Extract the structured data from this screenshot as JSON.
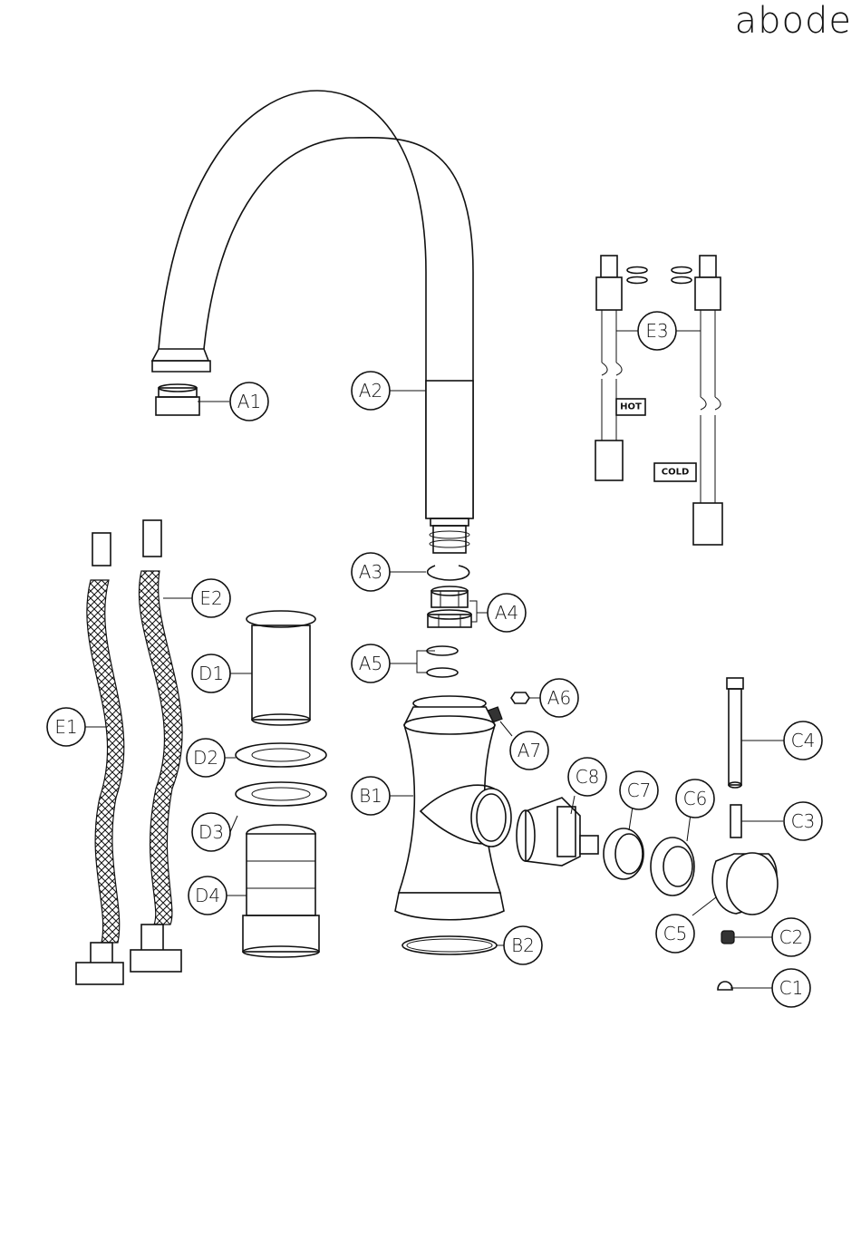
{
  "brand": "abode",
  "parts": {
    "A1": "A1",
    "A2": "A2",
    "A3": "A3",
    "A4": "A4",
    "A5": "A5",
    "A6": "A6",
    "A7": "A7",
    "B1": "B1",
    "B2": "B2",
    "C1": "C1",
    "C2": "C2",
    "C3": "C3",
    "C4": "C4",
    "C5": "C5",
    "C6": "C6",
    "C7": "C7",
    "C8": "C8",
    "D1": "D1",
    "D2": "D2",
    "D3": "D3",
    "D4": "D4",
    "E1": "E1",
    "E2": "E2",
    "E3": "E3"
  },
  "hose_tags": {
    "hot": "HOT",
    "cold": "COLD"
  }
}
